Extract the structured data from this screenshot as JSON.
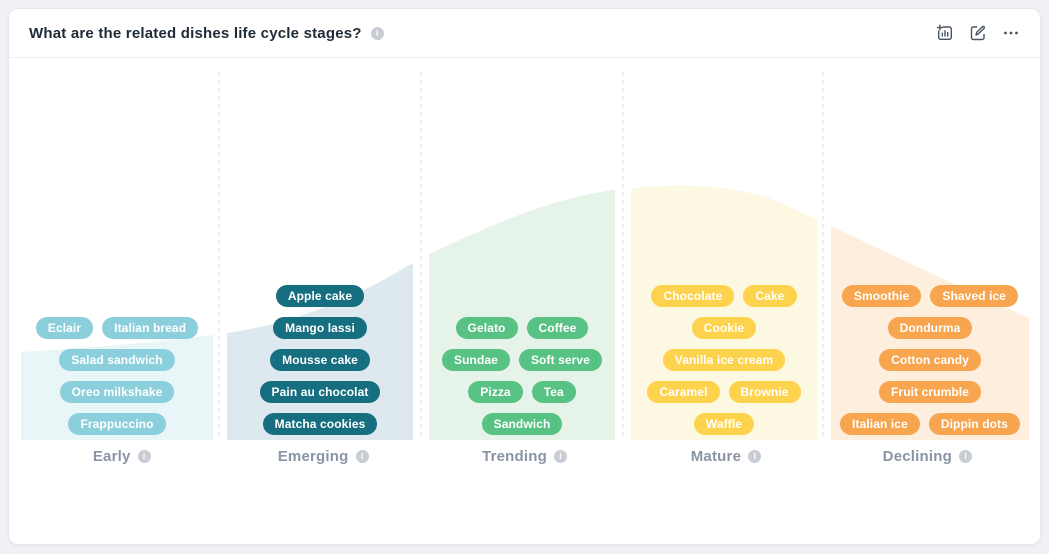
{
  "header": {
    "title": "What are the related dishes life cycle stages?",
    "title_info_icon": "info-icon",
    "action_icons": [
      "add-chart-icon",
      "edit-icon",
      "more-options-icon"
    ]
  },
  "chart_data": {
    "type": "area",
    "title": "What are the related dishes life cycle stages?",
    "description": "Life cycle bell curve rising from Early, peaking around Mature, declining in Declining; each stage band filled with its stage color and separated by dashed vertical lines.",
    "legend_position": "none",
    "grid": "off",
    "stages": [
      {
        "label": "Early",
        "pill_color": "#8ccfdc",
        "area_color": "#e9f6f8",
        "items": [
          "Eclair",
          "Italian bread",
          "Salad sandwich",
          "Oreo milkshake",
          "Frappuccino"
        ]
      },
      {
        "label": "Emerging",
        "pill_color": "#166f80",
        "area_color": "#dde9ee",
        "items": [
          "Apple cake",
          "Mango lassi",
          "Mousse cake",
          "Pain au chocolat",
          "Matcha cookies"
        ]
      },
      {
        "label": "Trending",
        "pill_color": "#57c283",
        "area_color": "#e6f3e9",
        "items": [
          "Gelato",
          "Coffee",
          "Sundae",
          "Soft serve",
          "Pizza",
          "Tea",
          "Sandwich"
        ]
      },
      {
        "label": "Mature",
        "pill_color": "#fdd34d",
        "area_color": "#fdf8e1",
        "items": [
          "Chocolate",
          "Cake",
          "Cookie",
          "Vanilla ice cream",
          "Caramel",
          "Brownie",
          "Waffle"
        ]
      },
      {
        "label": "Declining",
        "pill_color": "#f7a64f",
        "area_color": "#fdeede",
        "items": [
          "Smoothie",
          "Shaved ice",
          "Dondurma",
          "Cotton candy",
          "Fruit crumble",
          "Italian ice",
          "Dippin dots"
        ]
      }
    ],
    "curve_relative_heights": {
      "Early": 0.24,
      "Emerging": 0.49,
      "Trending": 0.68,
      "Mature": 0.7,
      "Declining": 0.45
    }
  }
}
